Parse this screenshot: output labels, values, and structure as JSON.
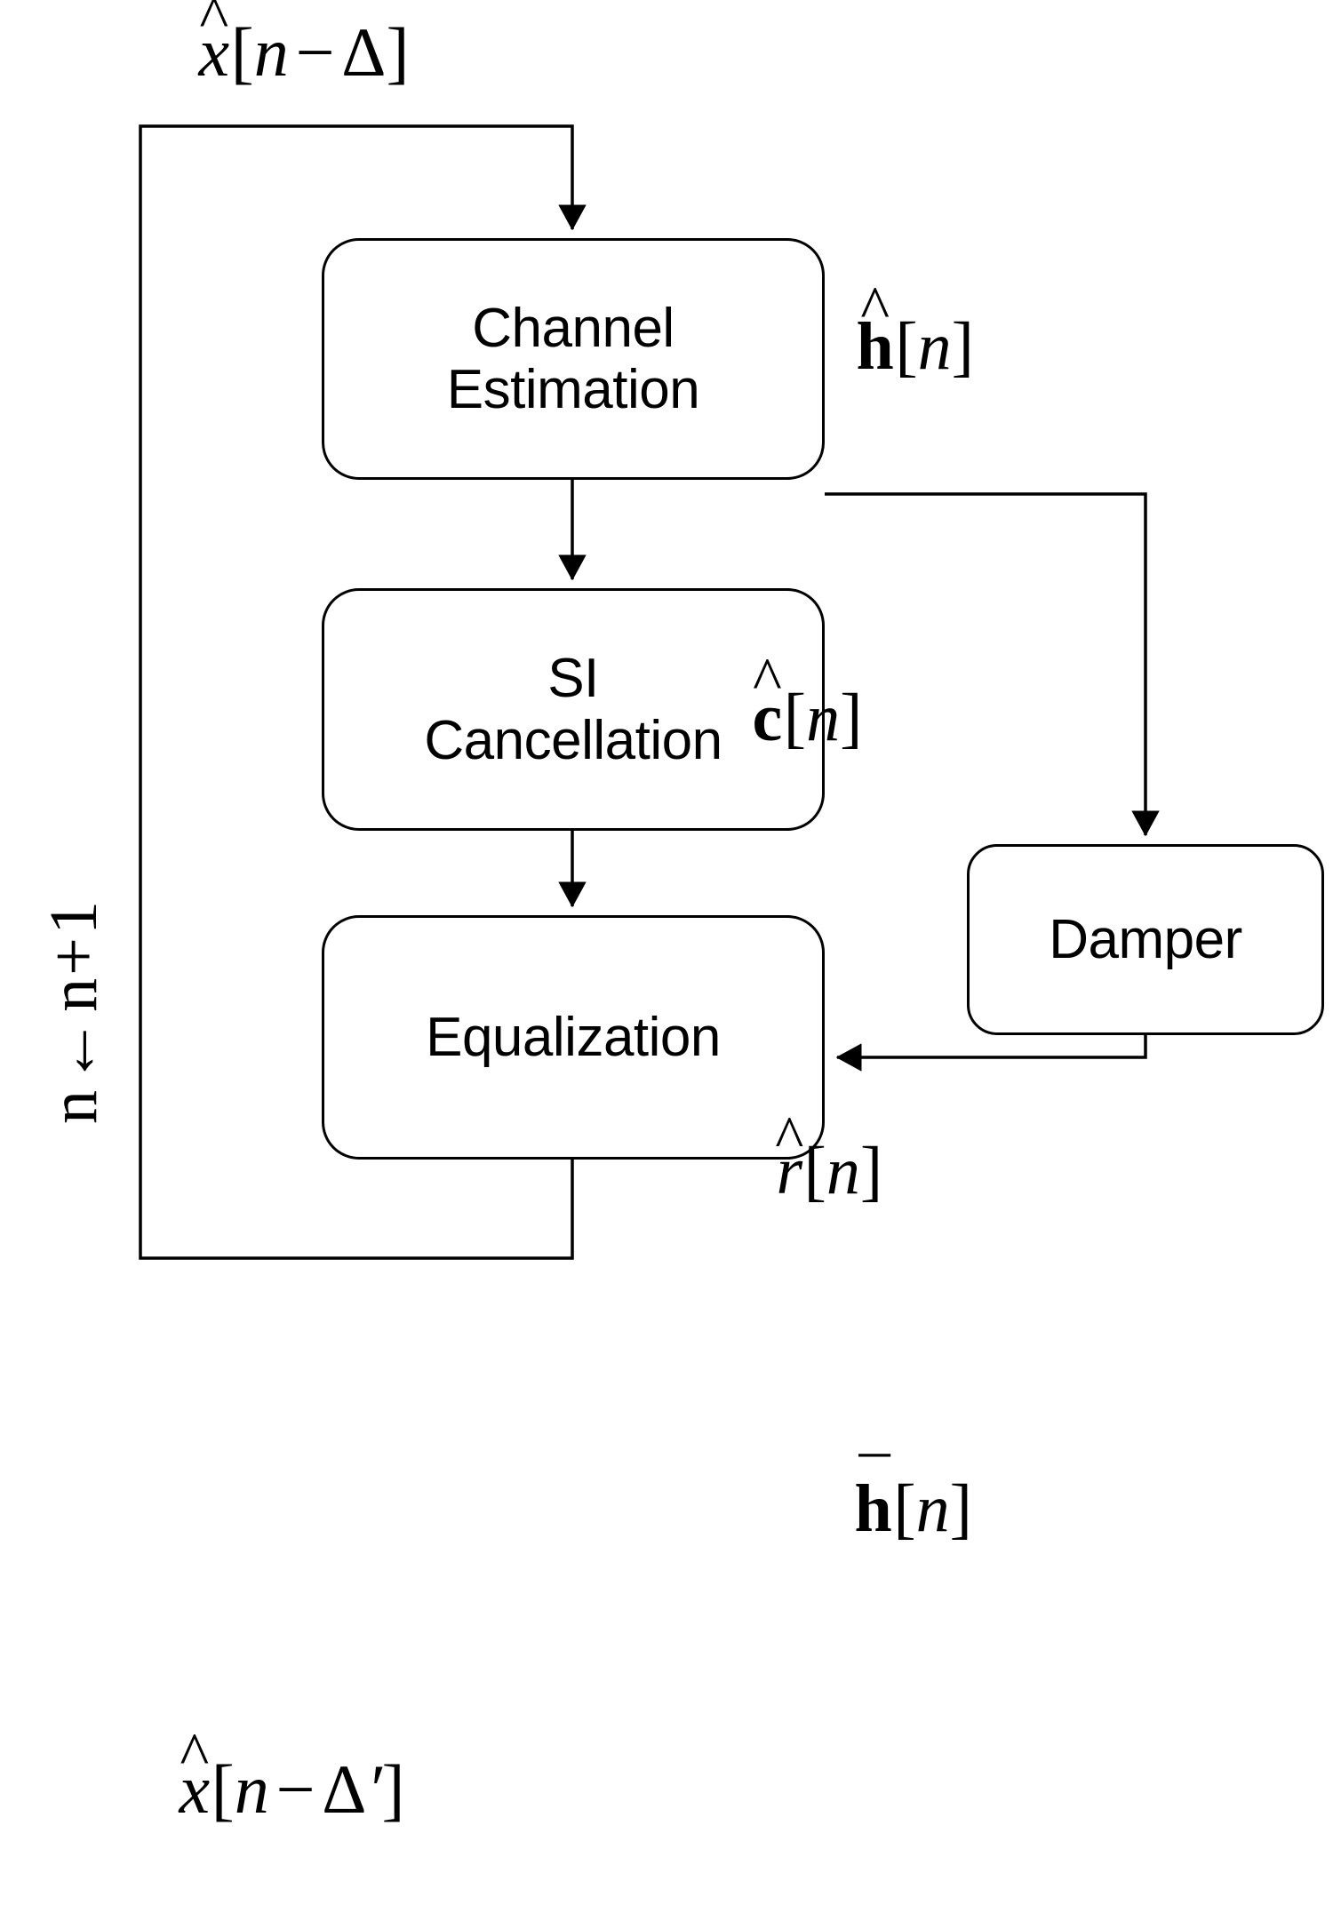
{
  "diagram": {
    "title": "Iterative self-interference cancellation and equalization block diagram",
    "stroke_color": "#000000",
    "fill_color": "#ffffff",
    "background": "#ffffff"
  },
  "blocks": [
    {
      "id": "channel-estimation",
      "label": "Channel\nEstimation"
    },
    {
      "id": "si-cancellation",
      "label": "SI\nCancellation"
    },
    {
      "id": "equalization",
      "label": "Equalization"
    },
    {
      "id": "damper",
      "label": "Damper"
    }
  ],
  "labels": {
    "input_top": {
      "base": "x",
      "accent": "^",
      "bracket_open": "[",
      "arg": "n",
      "op": "−",
      "delta": "Δ",
      "close": "]"
    },
    "output_bottom": {
      "base": "x",
      "accent": "^",
      "bracket_open": "[",
      "arg": "n",
      "op": "−",
      "delta": "Δ",
      "prime": "′",
      "close": "]"
    },
    "channel_estimate": {
      "base": "h",
      "accent": "^",
      "bracket_open": "[",
      "arg": "n",
      "close": "]"
    },
    "si_estimate": {
      "base": "c",
      "accent": "^",
      "bracket_open": "[",
      "arg": "n",
      "close": "]"
    },
    "residual": {
      "base": "r",
      "accent": "^",
      "bracket_open": "[",
      "arg": "n",
      "close": "]"
    },
    "damped_channel": {
      "base": "h",
      "accent": "¯",
      "bracket_open": "[",
      "arg": "n",
      "close": "]"
    },
    "iteration": {
      "lhs": "n",
      "arrow": "←",
      "rhs": "n",
      "plus": "+",
      "one": "1"
    }
  },
  "edges": [
    {
      "id": "input-to-channel-estimation",
      "from": "input_top",
      "to": "channel-estimation",
      "arrow": true
    },
    {
      "id": "channel-estimation-to-si",
      "from": "channel-estimation",
      "to": "si-cancellation",
      "arrow": true,
      "label": "si_estimate"
    },
    {
      "id": "si-to-equalization",
      "from": "si-cancellation",
      "to": "equalization",
      "arrow": true,
      "label": "residual"
    },
    {
      "id": "channel-estimation-to-damper",
      "from": "channel-estimation",
      "to": "damper",
      "arrow": true,
      "label": "channel_estimate"
    },
    {
      "id": "damper-to-equalization",
      "from": "damper",
      "to": "equalization",
      "arrow": true,
      "label": "damped_channel"
    },
    {
      "id": "equalization-feedback",
      "from": "equalization",
      "to": "channel-estimation",
      "arrow": true,
      "label": "iteration"
    }
  ]
}
